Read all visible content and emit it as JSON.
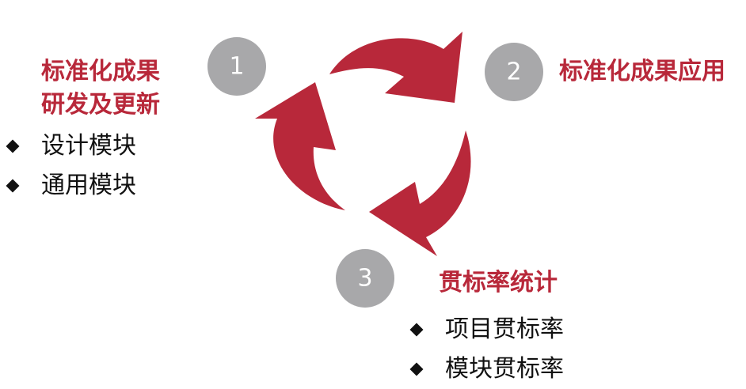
{
  "colors": {
    "accent": "#b8283a",
    "circle": "#a8a8aa",
    "text": "#111111"
  },
  "steps": [
    {
      "number": "1",
      "title_lines": [
        "标准化成果",
        "研发及更新"
      ],
      "items": [
        "设计模块",
        "通用模块"
      ]
    },
    {
      "number": "2",
      "title_lines": [
        "标准化成果应用"
      ],
      "items": []
    },
    {
      "number": "3",
      "title_lines": [
        "贯标率统计"
      ],
      "items": [
        "项目贯标率",
        "模块贯标率"
      ]
    }
  ]
}
